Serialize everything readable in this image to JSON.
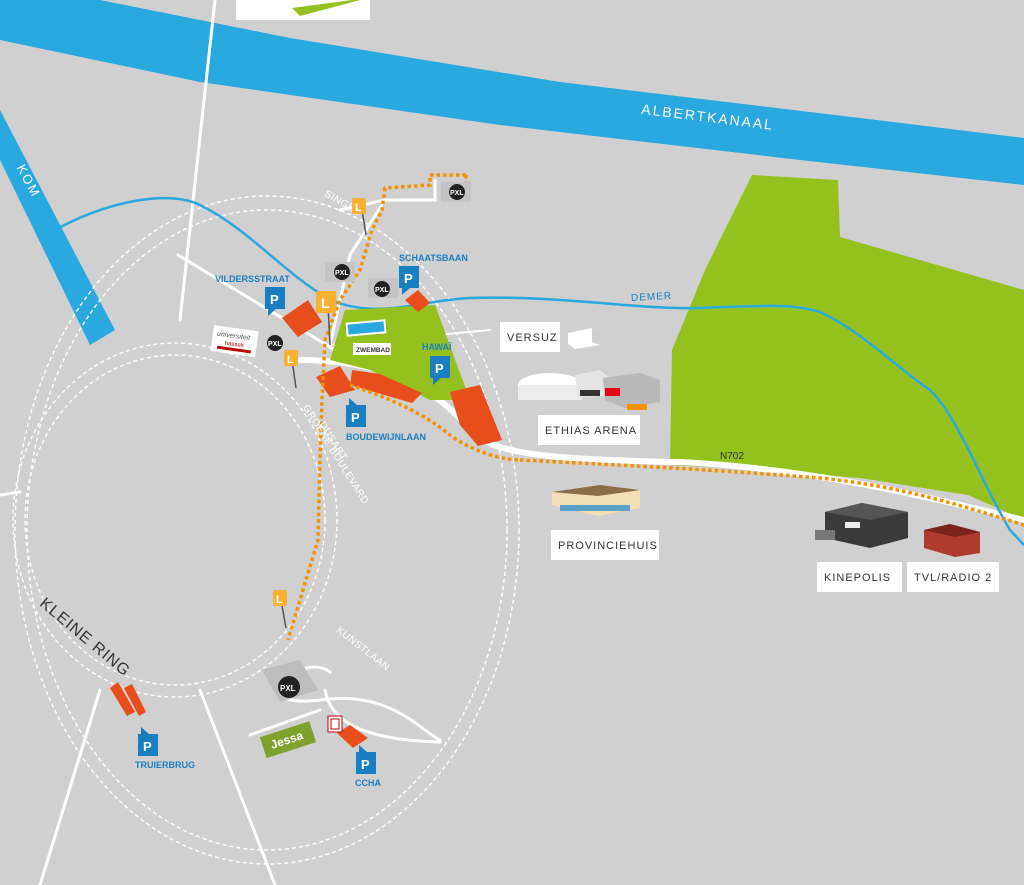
{
  "colors": {
    "background": "#d0d0d0",
    "water": "#2aa8e0",
    "park": "#95c11f",
    "parking_area": "#e84e1b",
    "parking_pin": "#1a7fc1",
    "walking_route": "#f39200",
    "road": "#ffffff",
    "label_box": "#ffffff"
  },
  "waterways": {
    "albertkanaal": "ALBERTKANAAL",
    "canal_left": "KOM",
    "demer": "DEMER"
  },
  "roads": {
    "kleine_ring": "KLEINE RING",
    "singel": "SINGEL",
    "groene_boulevard": "GROENE BOULEVARD",
    "dusart": "DUSART",
    "kunstlaan": "KUNSTLAAN",
    "n702": "N702"
  },
  "parkings": [
    {
      "id": "vildersstraat",
      "label": "VILDERSSTRAAT",
      "icon": "parking-icon",
      "glyph": "P"
    },
    {
      "id": "schaatsbaan",
      "label": "SCHAATSBAAN",
      "icon": "parking-icon",
      "glyph": "P"
    },
    {
      "id": "hawai",
      "label": "HAWAÏ",
      "icon": "parking-icon",
      "glyph": "P"
    },
    {
      "id": "boudewijnlaan",
      "label": "BOUDEWIJNLAAN",
      "icon": "parking-icon",
      "glyph": "P"
    },
    {
      "id": "truierbrug",
      "label": "TRUIERBRUG",
      "icon": "parking-icon",
      "glyph": "P"
    },
    {
      "id": "ccha",
      "label": "CCHA",
      "icon": "parking-icon",
      "glyph": "P"
    }
  ],
  "landmarks": {
    "versuz": "VERSUZ",
    "ethias_arena": "ETHIAS ARENA",
    "provinciehuis": "PROVINCIEHUIS",
    "kinepolis": "KINEPOLIS",
    "tvl_radio2": "TVL/RADIO 2",
    "zwembad": "ZWEMBAD"
  },
  "markers": {
    "pxl": "PXL",
    "lijn": "L",
    "jessa": "Jessa",
    "universiteit_line1": "universiteit",
    "universiteit_line2": "hasselt"
  }
}
